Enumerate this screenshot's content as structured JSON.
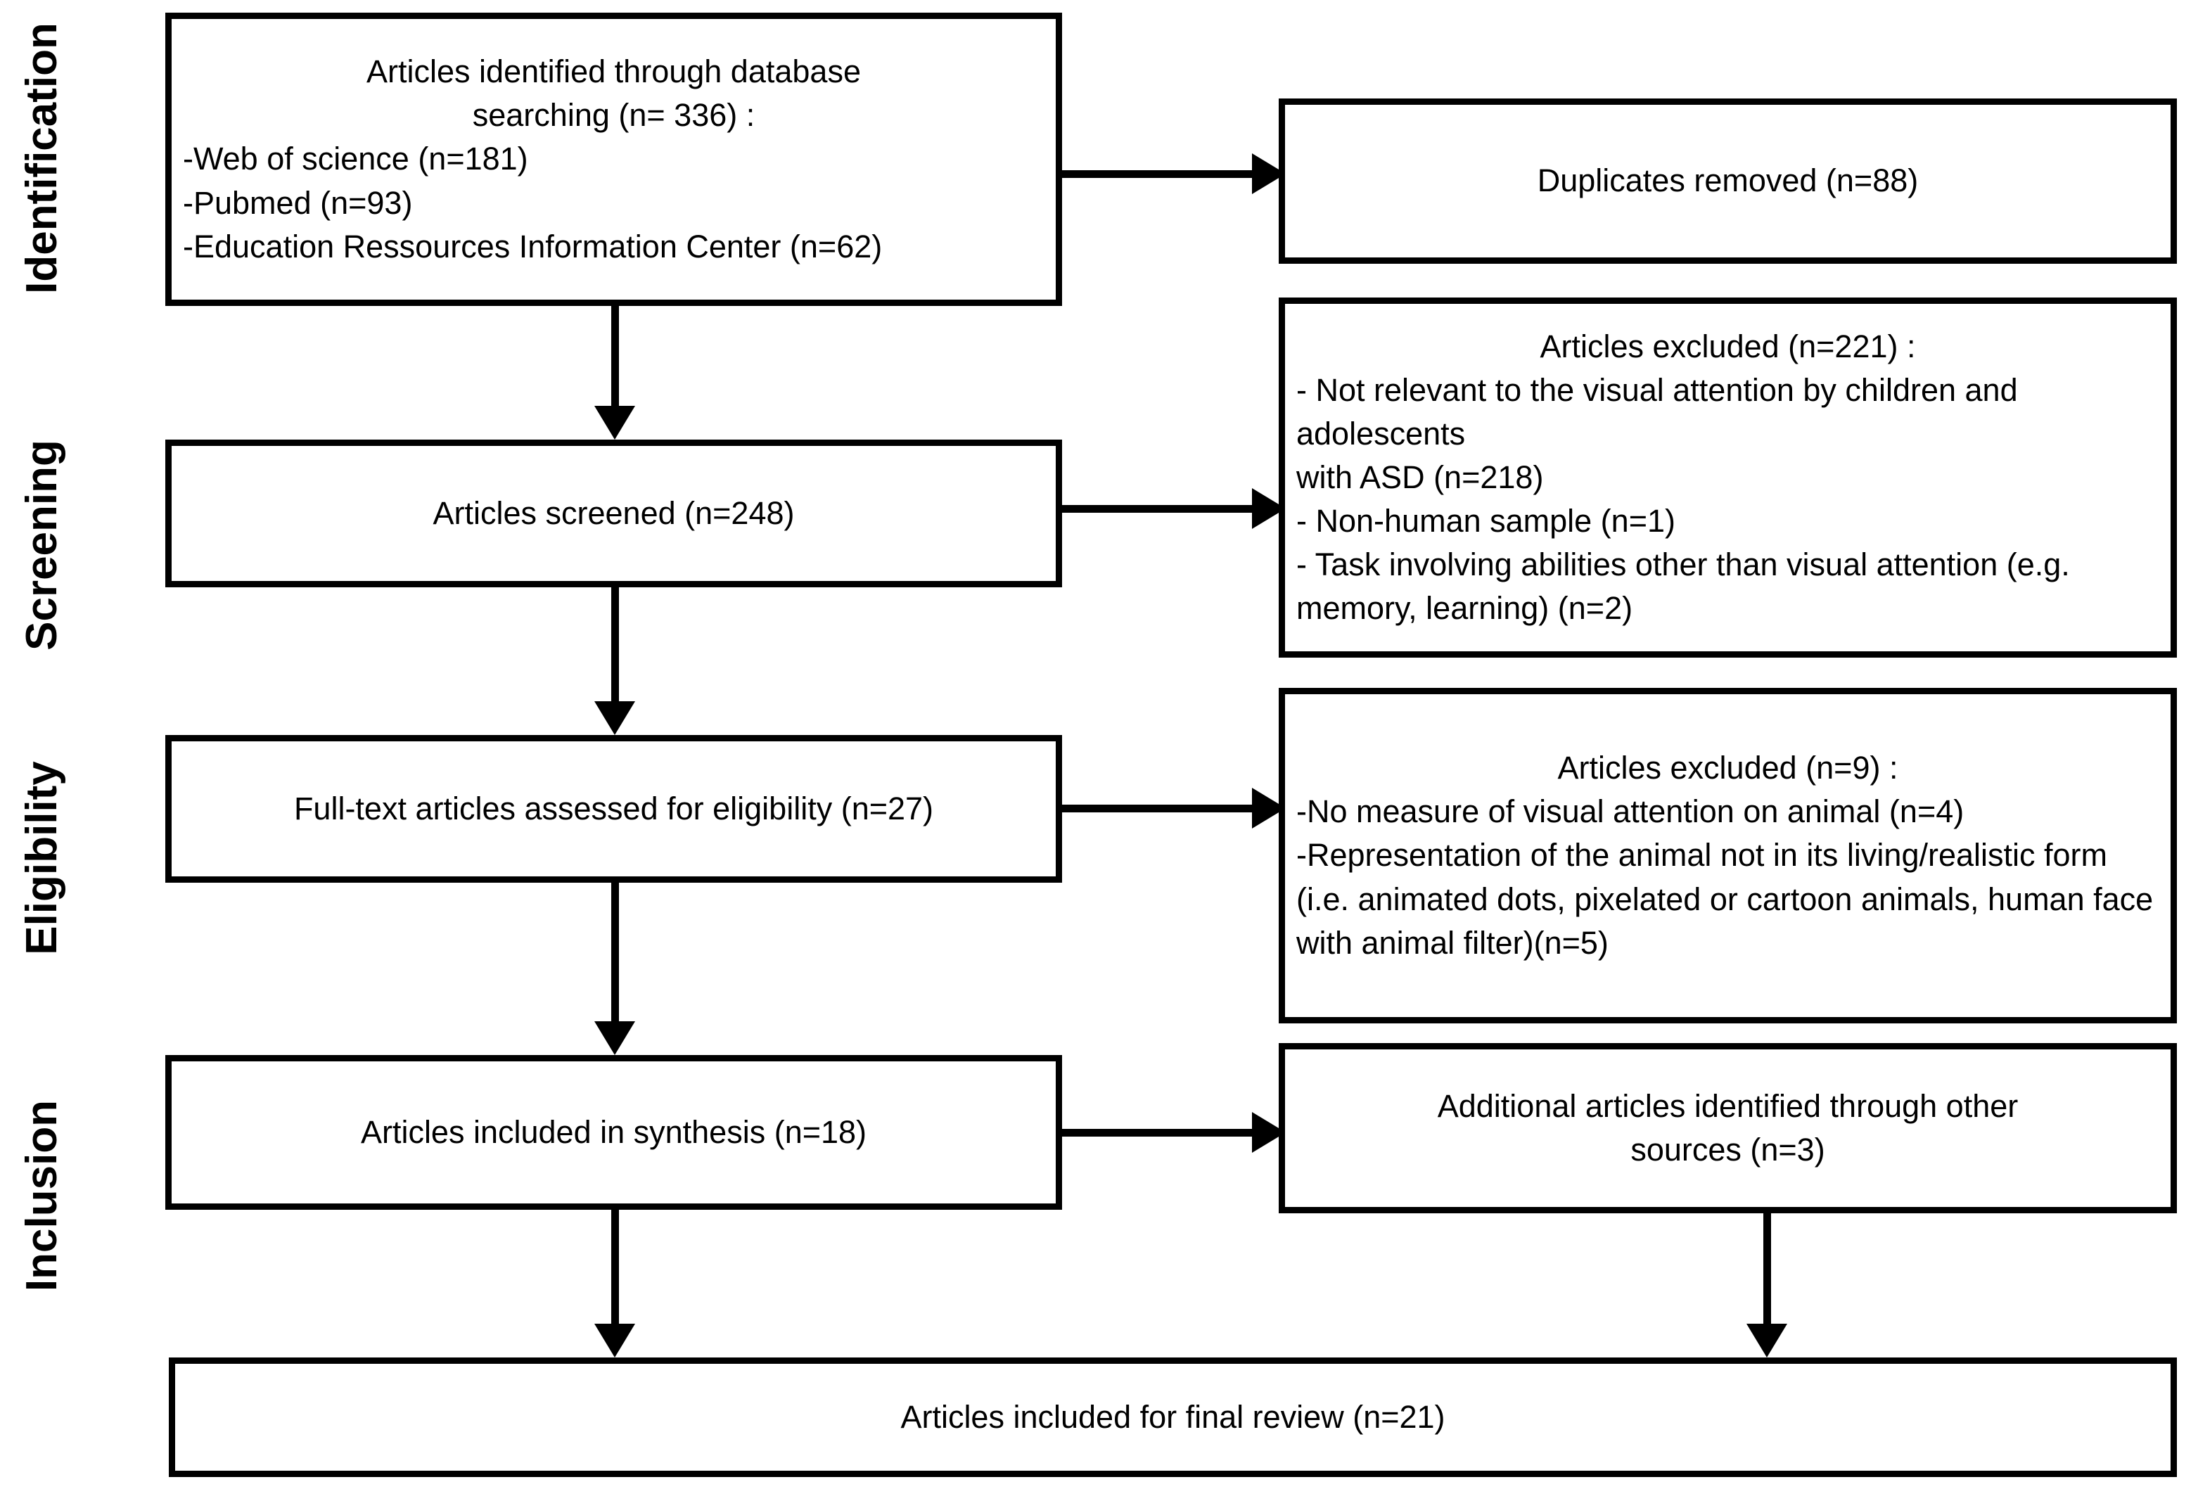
{
  "diagram": {
    "title": "PRISMA flow diagram of study selection",
    "type": "prisma-flow-diagram",
    "colors": {
      "stroke": "#000000",
      "background": "#ffffff",
      "text": "#000000"
    },
    "stages": [
      {
        "id": "identification",
        "label": "Identification"
      },
      {
        "id": "screening",
        "label": "Screening"
      },
      {
        "id": "eligibility",
        "label": "Eligibility"
      },
      {
        "id": "inclusion",
        "label": "Inclusion"
      }
    ],
    "boxes": {
      "identified": {
        "line1": "Articles identified through database",
        "line2": "searching (n= 336) :",
        "line3": "-Web of science (n=181)",
        "line4": "-Pubmed (n=93)",
        "line5": "-Education Ressources Information Center (n=62)"
      },
      "duplicates": {
        "line1": "Duplicates removed (n=88)"
      },
      "screened": {
        "line1": "Articles screened (n=248)"
      },
      "excluded_screening": {
        "line1": "Articles excluded (n=221) :",
        "line2": "- Not relevant to the visual attention by children and adolescents",
        "line3": " with ASD (n=218)",
        "line4": "- Non-human sample (n=1)",
        "line5": "- Task involving abilities other than visual attention (e.g. memory, learning) (n=2)"
      },
      "fulltext": {
        "line1": "Full-text articles assessed for eligibility (n=27)"
      },
      "excluded_eligibility": {
        "line1": "Articles excluded (n=9) :",
        "line2": "-No measure of visual attention on animal (n=4)",
        "line3": "-Representation of the animal not in its living/realistic form (i.e. animated dots, pixelated or cartoon animals, human face with animal filter)(n=5)"
      },
      "synthesis": {
        "line1": "Articles included in synthesis (n=18)"
      },
      "additional": {
        "line1": "Additional articles identified through other",
        "line2": "sources (n=3)"
      },
      "final": {
        "line1": "Articles included for final review (n=21)"
      }
    },
    "counts": {
      "identified_total": 336,
      "web_of_science": 181,
      "pubmed": 93,
      "eric": 62,
      "duplicates_removed": 88,
      "screened": 248,
      "excluded_screening_total": 221,
      "excluded_not_relevant_asd": 218,
      "excluded_non_human": 1,
      "excluded_other_abilities": 2,
      "fulltext_assessed": 27,
      "excluded_eligibility_total": 9,
      "excluded_no_measure": 4,
      "excluded_representation": 5,
      "included_synthesis": 18,
      "additional_sources": 3,
      "final_review": 21
    }
  }
}
